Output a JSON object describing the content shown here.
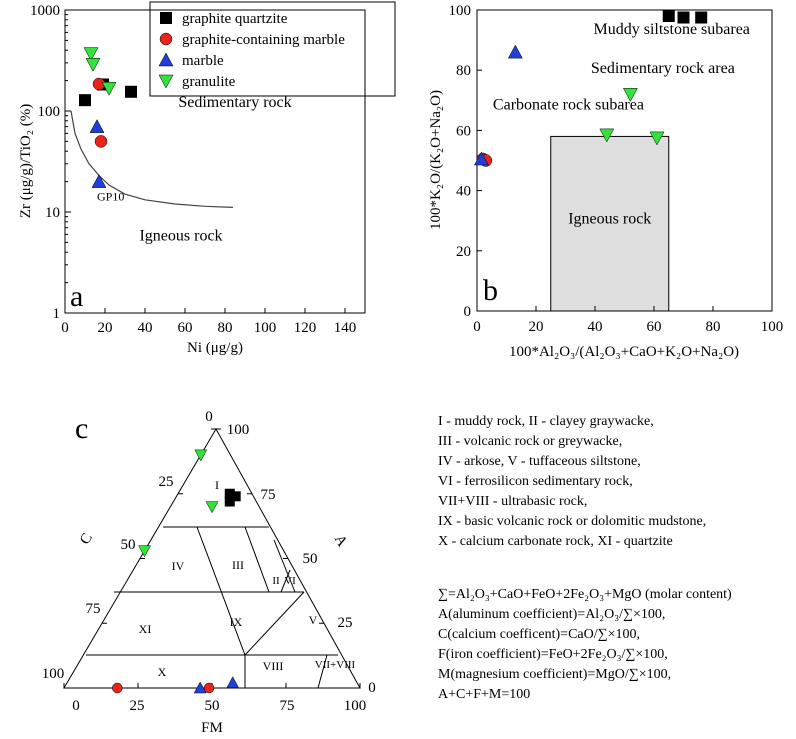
{
  "colors": {
    "graphite_quartzite": "#000000",
    "graphite_marble": "#e8231c",
    "marble": "#1f3fd8",
    "granulite": "#33e23a",
    "igneous_box_fill": "#dedede",
    "curve": "#444444"
  },
  "chart_data": [
    {
      "id": "a",
      "panel_label": "a",
      "type": "scatter",
      "yscale": "log",
      "xlabel": "Ni (μg/g)",
      "ylabel": "Zr (μg/g)/TiO₂ (%)",
      "xlim": [
        0,
        150
      ],
      "ylim": [
        1,
        1000
      ],
      "xticks": [
        "0",
        "20",
        "40",
        "60",
        "80",
        "100",
        "120",
        "140"
      ],
      "yticks": [
        "1",
        "10",
        "100",
        "1000"
      ],
      "legend": {
        "position": "top-right",
        "entries": [
          "graphite quartzite",
          "graphite-containing marble",
          "marble",
          "granulite"
        ]
      },
      "series": [
        {
          "name": "graphite quartzite",
          "marker": "square",
          "points": [
            [
              10,
              128
            ],
            [
              19,
              183
            ],
            [
              33,
              155
            ]
          ]
        },
        {
          "name": "graphite-containing marble",
          "marker": "circle",
          "points": [
            [
              17,
              185
            ],
            [
              18,
              50
            ]
          ]
        },
        {
          "name": "marble",
          "marker": "triangle",
          "points": [
            [
              16,
              70
            ],
            [
              17,
              20
            ]
          ]
        },
        {
          "name": "granulite",
          "marker": "triangle-down",
          "points": [
            [
              13,
              370
            ],
            [
              14,
              290
            ],
            [
              22,
              168
            ]
          ]
        }
      ],
      "boundary_curve": [
        [
          3,
          100
        ],
        [
          5,
          60
        ],
        [
          8,
          42
        ],
        [
          12,
          30
        ],
        [
          17,
          23
        ],
        [
          22,
          18.5
        ],
        [
          30,
          15
        ],
        [
          40,
          13.2
        ],
        [
          55,
          12
        ],
        [
          70,
          11.4
        ],
        [
          84,
          11.1
        ]
      ],
      "annotations": [
        {
          "text": "Sedimentary rock",
          "x": 85,
          "y": 110
        },
        {
          "text": "Igneous rock",
          "x": 58,
          "y": 5.2
        },
        {
          "text": "GP10",
          "x": 16,
          "y": 13
        }
      ]
    },
    {
      "id": "b",
      "panel_label": "b",
      "type": "scatter",
      "xlabel": "100*Al₂O₃/(Al₂O₃+CaO+K₂O+Na₂O)",
      "ylabel": "100*K₂O/(K₂O+Na₂O)",
      "xlim": [
        0,
        100
      ],
      "ylim": [
        0,
        100
      ],
      "xticks": [
        "0",
        "20",
        "40",
        "60",
        "80",
        "100"
      ],
      "yticks": [
        "0",
        "20",
        "40",
        "60",
        "80",
        "100"
      ],
      "igneous_box": {
        "x0": 25,
        "x1": 65,
        "y0": 0,
        "y1": 58
      },
      "series": [
        {
          "name": "graphite quartzite",
          "marker": "square",
          "points": [
            [
              65,
              98
            ],
            [
              70,
              97.5
            ],
            [
              76,
              97.5
            ]
          ]
        },
        {
          "name": "graphite-containing marble",
          "marker": "circle",
          "points": [
            [
              2,
              50.5
            ],
            [
              3,
              50
            ]
          ]
        },
        {
          "name": "marble",
          "marker": "triangle",
          "points": [
            [
              13,
              86
            ],
            [
              1.5,
              50.5
            ]
          ]
        },
        {
          "name": "granulite",
          "marker": "triangle-down",
          "points": [
            [
              44,
              58.5
            ],
            [
              52,
              72
            ],
            [
              61,
              57.5
            ]
          ]
        }
      ],
      "annotations": [
        {
          "text": "Muddy siltstone subarea",
          "x": 66,
          "y": 92
        },
        {
          "text": "Sedimentary rock area",
          "x": 63,
          "y": 79
        },
        {
          "text": "Carbonate rock subarea",
          "x": 31,
          "y": 67
        },
        {
          "text": "Igneous rock",
          "x": 45,
          "y": 29
        }
      ]
    },
    {
      "id": "c",
      "panel_label": "c",
      "type": "ternary",
      "axis_labels": {
        "bottom": "FM",
        "left": "C",
        "right": "A"
      },
      "bottom_ticks": [
        "0",
        "25",
        "50",
        "75",
        "100"
      ],
      "left_ticks": [
        "0",
        "25",
        "50",
        "75",
        "100"
      ],
      "right_ticks": [
        "0",
        "25",
        "50",
        "75",
        "100"
      ],
      "regions": [
        "I",
        "II",
        "III",
        "IV",
        "V",
        "VI",
        "VII+VIII",
        "VIII",
        "IX",
        "X",
        "XI"
      ],
      "points": [
        {
          "series": "graphite quartzite",
          "marker": "square",
          "C": 25,
          "FM": 56
        },
        {
          "series": "graphite quartzite",
          "marker": "square",
          "C": 26,
          "FM": 58
        },
        {
          "series": "graphite quartzite",
          "marker": "square",
          "C": 28,
          "FM": 56
        },
        {
          "series": "granulite",
          "marker": "triangle-down",
          "C": 10,
          "FM": 43
        },
        {
          "series": "granulite",
          "marker": "triangle-down",
          "C": 30,
          "FM": 50
        },
        {
          "series": "granulite",
          "marker": "triangle-down",
          "C": 47,
          "FM": 25
        },
        {
          "series": "graphite-containing marble",
          "marker": "circle",
          "C": 100,
          "FM": 18
        },
        {
          "series": "graphite-containing marble",
          "marker": "circle",
          "C": 100,
          "FM": 49
        },
        {
          "series": "marble",
          "marker": "triangle",
          "C": 100,
          "FM": 46
        },
        {
          "series": "marble",
          "marker": "triangle",
          "C": 98,
          "FM": 57
        }
      ]
    }
  ],
  "legend_notes": {
    "definitions": [
      "I - muddy rock, II - clayey graywacke,",
      "III - volcanic rock or greywacke,",
      "IV - arkose, V - tuffaceous siltstone,",
      "VI - ferrosilicon sedimentary rock,",
      "VII+VIII - ultrabasic rock,",
      "IX - basic volcanic rock or dolomitic mudstone,",
      "X - calcium carbonate rock, XI - quartzite"
    ],
    "formulas": [
      "∑=Al₂O₃+CaO+FeO+2Fe₂O₃+MgO (molar content)",
      "A(aluminum coefficient)=Al₂O₃/∑×100,",
      "C(calcium coefficent)=CaO/∑×100,",
      "F(iron coefficient)=FeO+2Fe₂O₃/∑×100,",
      "M(magnesium coefficient)=MgO/∑×100,",
      "A+C+F+M=100"
    ]
  }
}
